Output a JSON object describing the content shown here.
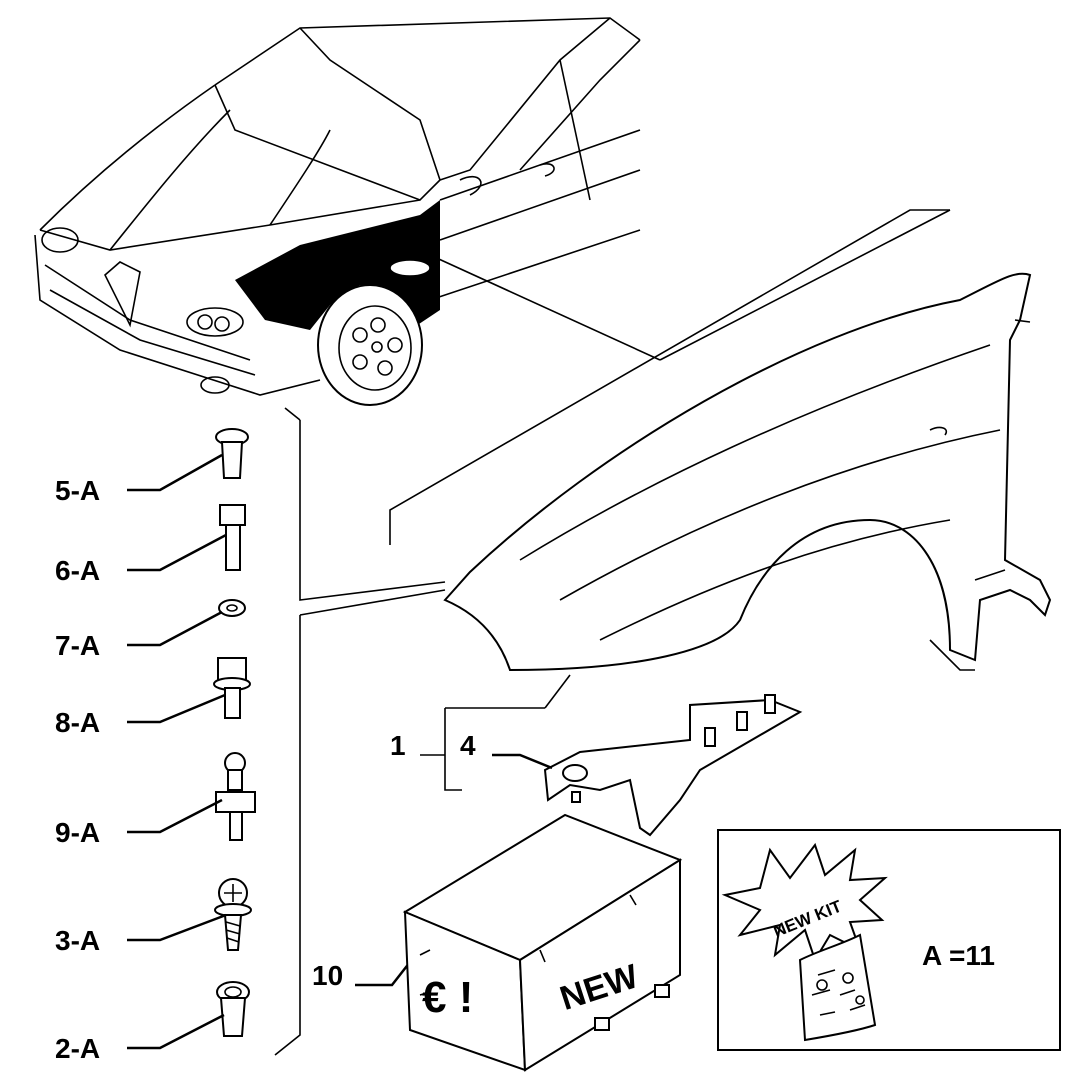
{
  "labels": {
    "p5": "5-A",
    "p6": "6-A",
    "p7": "7-A",
    "p8": "8-A",
    "p9": "9-A",
    "p3": "3-A",
    "p2": "2-A",
    "p1": "1",
    "p4": "4",
    "p10": "10"
  },
  "box": {
    "text_new": "NEW",
    "text_euro": "€ !"
  },
  "kit": {
    "burst_text": "NEW KIT",
    "equation": "A =11"
  }
}
